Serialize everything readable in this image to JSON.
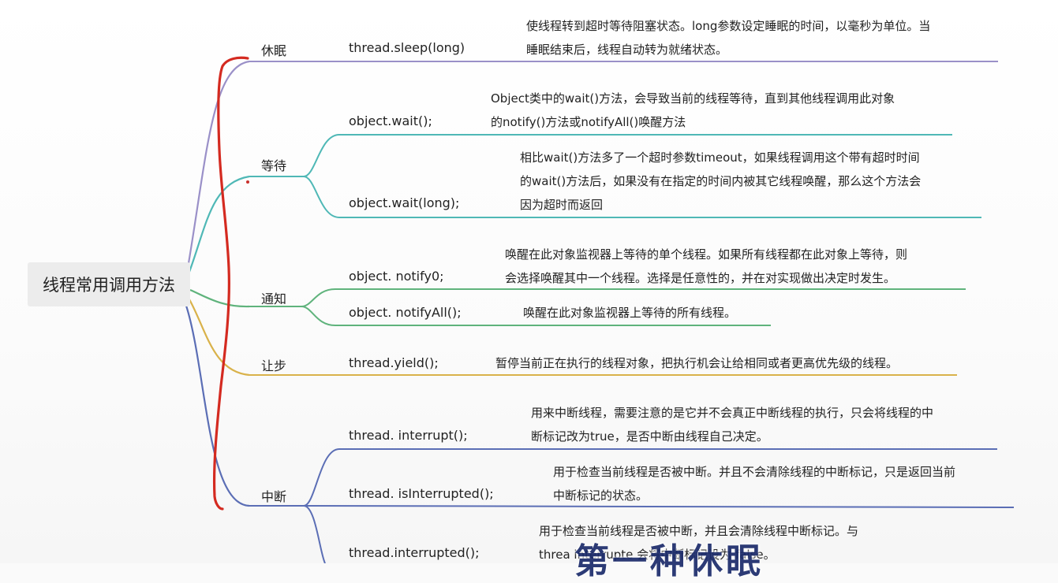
{
  "root": {
    "label": "线程常用调用方法"
  },
  "categories": [
    {
      "label": "休眠",
      "color": "#9a90c8",
      "methods": [
        {
          "name": "thread.sleep(long)",
          "desc": [
            "使线程转到超时等待阻塞状态。long参数设定睡眠的时间，以毫秒为单位。当",
            "睡眠结束后，线程自动转为就绪状态。"
          ]
        }
      ]
    },
    {
      "label": "等待",
      "color": "#4fb8b6",
      "methods": [
        {
          "name": "object.wait();",
          "desc": [
            "Object类中的wait()方法，会导致当前的线程等待，直到其他线程调用此对象",
            "的notify()方法或notifyAll()唤醒方法"
          ]
        },
        {
          "name": "object.wait(long);",
          "desc": [
            "相比wait()方法多了一个超时参数timeout，如果线程调用这个带有超时时间",
            "的wait()方法后，如果没有在指定的时间内被其它线程唤醒，那么这个方法会",
            "因为超时而返回"
          ]
        }
      ]
    },
    {
      "label": "通知",
      "color": "#5fb37c",
      "methods": [
        {
          "name": "object. notify0;",
          "desc": [
            "唤醒在此对象监视器上等待的单个线程。如果所有线程都在此对象上等待，则",
            "会选择唤醒其中一个线程。选择是任意性的，并在对实现做出决定时发生。"
          ]
        },
        {
          "name": "object. notifyAll();",
          "desc": [
            "唤醒在此对象监视器上等待的所有线程。"
          ]
        }
      ]
    },
    {
      "label": "让步",
      "color": "#d9b24a",
      "methods": [
        {
          "name": "thread.yield();",
          "desc": [
            "暂停当前正在执行的线程对象，把执行机会让给相同或者更高优先级的线程。"
          ]
        }
      ]
    },
    {
      "label": "中断",
      "color": "#5b6eb5",
      "methods": [
        {
          "name": "thread. interrupt();",
          "desc": [
            "用来中断线程，需要注意的是它并不会真正中断线程的执行，只会将线程的中",
            "断标记改为true，是否中断由线程自己决定。"
          ]
        },
        {
          "name": "thread. isInterrupted();",
          "desc": [
            "用于检查当前线程是否被中断。并且不会清除线程的中断标记，只是返回当前",
            "中断标记的状态。"
          ]
        },
        {
          "name": "thread.interrupted();",
          "desc": [
            "用于检查当前线程是否被中断，并且会清除线程中断标记。与",
            "threa  interrupte       会将中断标记设为 false。"
          ]
        }
      ]
    }
  ],
  "overlay": {
    "text": "第一种休眠"
  },
  "annotation": {
    "color": "#d42a20"
  }
}
